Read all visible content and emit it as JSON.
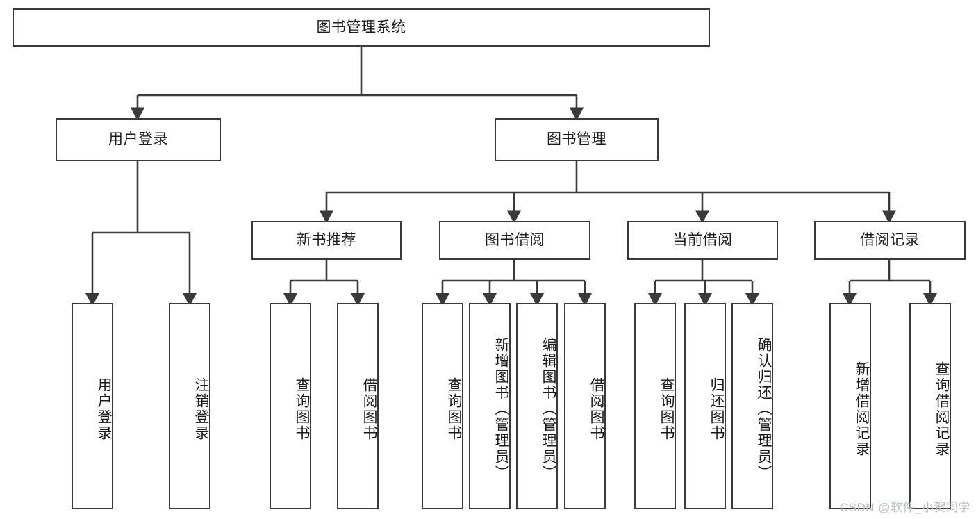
{
  "diagram": {
    "title": "图书管理系统",
    "type": "tree-hierarchy-chart",
    "root": {
      "label": "图书管理系统"
    },
    "level2": [
      {
        "label": "用户登录"
      },
      {
        "label": "图书管理"
      }
    ],
    "level3": [
      {
        "label": "新书推荐"
      },
      {
        "label": "图书借阅"
      },
      {
        "label": "当前借阅"
      },
      {
        "label": "借阅记录"
      }
    ],
    "leaves": {
      "user_login": [
        {
          "label": "用户登录"
        },
        {
          "label": "注销登录"
        }
      ],
      "new_book_recommend": [
        {
          "label": "查询图书"
        },
        {
          "label": "借阅图书"
        }
      ],
      "book_borrow": [
        {
          "label": "查询图书"
        },
        {
          "label": "新增图书（管理员）"
        },
        {
          "label": "编辑图书（管理员）"
        },
        {
          "label": "借阅图书"
        }
      ],
      "current_borrow": [
        {
          "label": "查询图书"
        },
        {
          "label": "归还图书"
        },
        {
          "label": "确认归还（管理员）"
        }
      ],
      "borrow_record": [
        {
          "label": "新增借阅记录"
        },
        {
          "label": "查询借阅记录"
        }
      ]
    }
  },
  "watermark": {
    "text": "CSDN @软件_小贺同学"
  },
  "colors": {
    "stroke": "#3a3a3a",
    "box_fill": "#ffffff",
    "text": "#1a1a1a",
    "watermark": "#b9bcc2"
  }
}
